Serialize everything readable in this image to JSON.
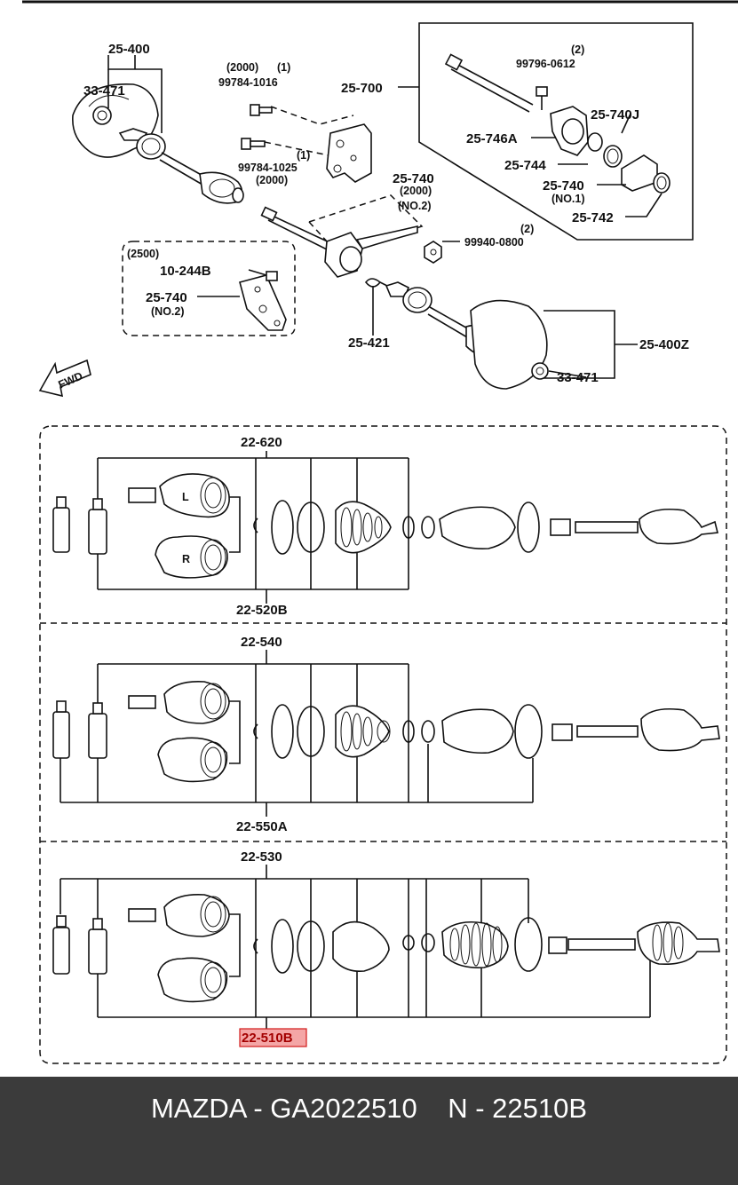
{
  "labels": {
    "p25_400": "25-400",
    "p33_471_top": "33-471",
    "q2000_a": "(2000)",
    "q1_a": "(1)",
    "bolt_1016": "99784-1016",
    "q1_b": "(1)",
    "bolt_1025": "99784-1025",
    "q2000_b": "(2000)",
    "p25_700": "25-700",
    "q2_a": "(2)",
    "bolt_0612": "99796-0612",
    "p25_740J": "25-740J",
    "p25_746A": "25-746A",
    "p25_744": "25-744",
    "p25_740_no1": "25-740",
    "no1": "(NO.1)",
    "p25_742": "25-742",
    "p25_740_no2": "25-740",
    "q2000_c": "(2000)",
    "no2_a": "(NO.2)",
    "q2_b": "(2)",
    "nut_0800": "99940-0800",
    "q2500": "(2500)",
    "p10_244B": "10-244B",
    "p25_740_box": "25-740",
    "no2_b": "(NO.2)",
    "p25_421": "25-421",
    "p25_400Z": "25-400Z",
    "p33_471_bot": "33-471",
    "fwd": "FWD",
    "p22_620": "22-620",
    "p22_520B": "22-520B",
    "p22_540": "22-540",
    "p22_550A": "22-550A",
    "p22_530": "22-530",
    "p22_510B": "22-510B"
  },
  "boot_marks": {
    "left": "L",
    "right": "R"
  },
  "highlight": {
    "part": "22-510B",
    "fill": "#f4a6a6",
    "stroke": "#d11a1a"
  },
  "footer": {
    "text": "MAZDA - GA2022510    N - 22510B",
    "background": "#3b3b3b",
    "color": "#ffffff"
  }
}
